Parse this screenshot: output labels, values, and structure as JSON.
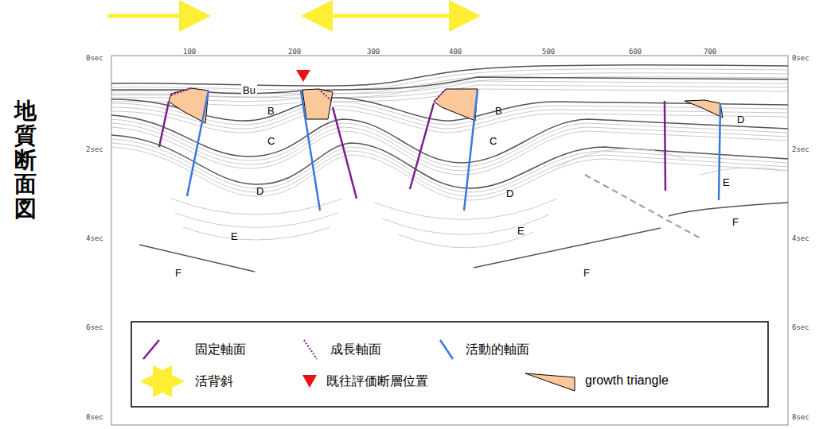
{
  "diagram": {
    "title": "地質断面図",
    "labels": [
      "100",
      "200",
      "300",
      "400",
      "500",
      "600",
      "700",
      "0sec",
      "2sec",
      "4sec",
      "6sec",
      "8sec",
      "0sec",
      "2sec",
      "4sec",
      "6sec",
      "8sec",
      "Bu",
      "B",
      "C",
      "D",
      "E",
      "F",
      "B",
      "C",
      "D",
      "E",
      "F",
      "D",
      "E",
      "F"
    ],
    "legend": [
      {
        "text": "固定軸面"
      },
      {
        "text": "成長軸面"
      },
      {
        "text": "活動的軸面"
      },
      {
        "text": "活背斜"
      },
      {
        "text": "既往評価断層位置"
      },
      {
        "text": "growth triangle",
        "color": "#fbc89c"
      }
    ]
  }
}
